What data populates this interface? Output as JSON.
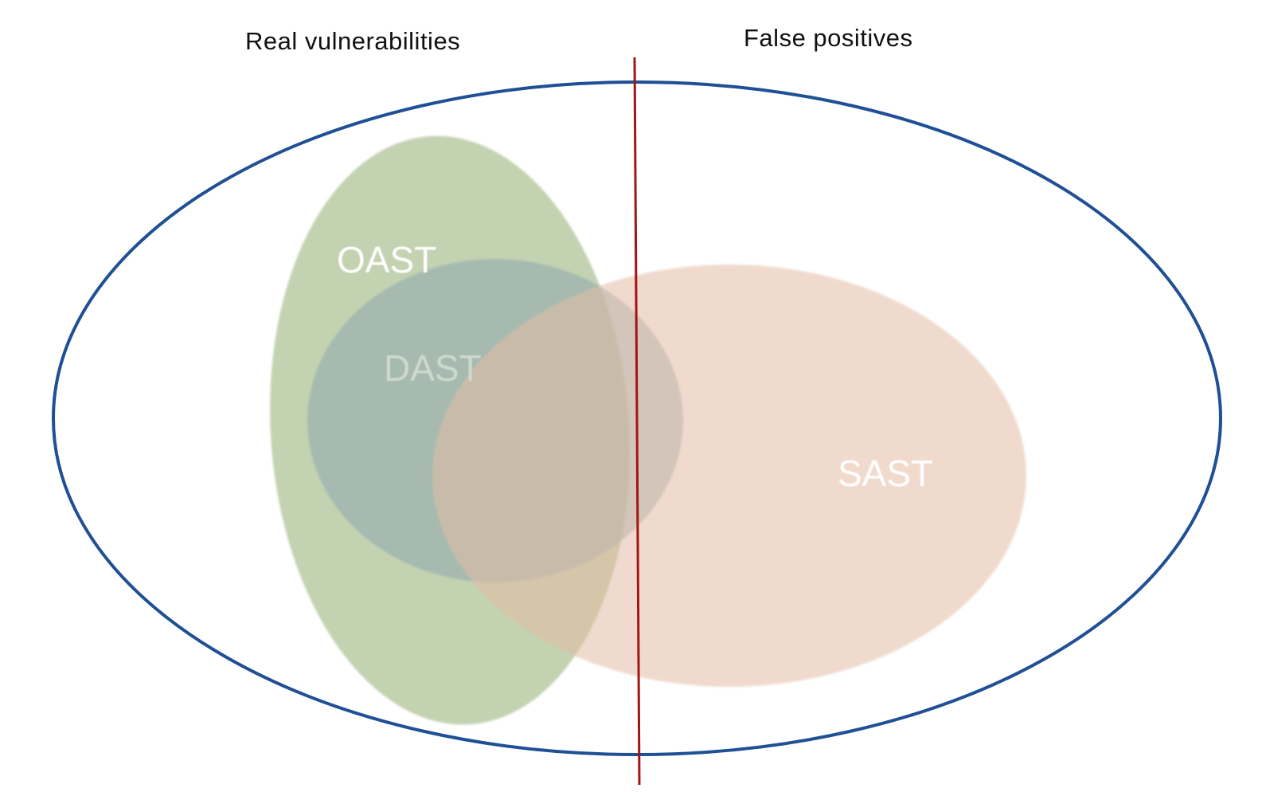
{
  "headers": {
    "real_vulnerabilities": "Real vulnerabilities",
    "false_positives": "False positives"
  },
  "sets": {
    "oast": "OAST",
    "dast": "DAST",
    "sast": "SAST"
  },
  "colors": {
    "outer_boundary": "#1f4f95",
    "divider": "#a31515",
    "oast_fill": "#b9cba4",
    "dast_fill": "#8fa8b0",
    "sast_fill": "#e4bda6",
    "oast_label": "#ffffff",
    "dast_label": "#cfd9cc",
    "sast_label": "#ffffff"
  }
}
